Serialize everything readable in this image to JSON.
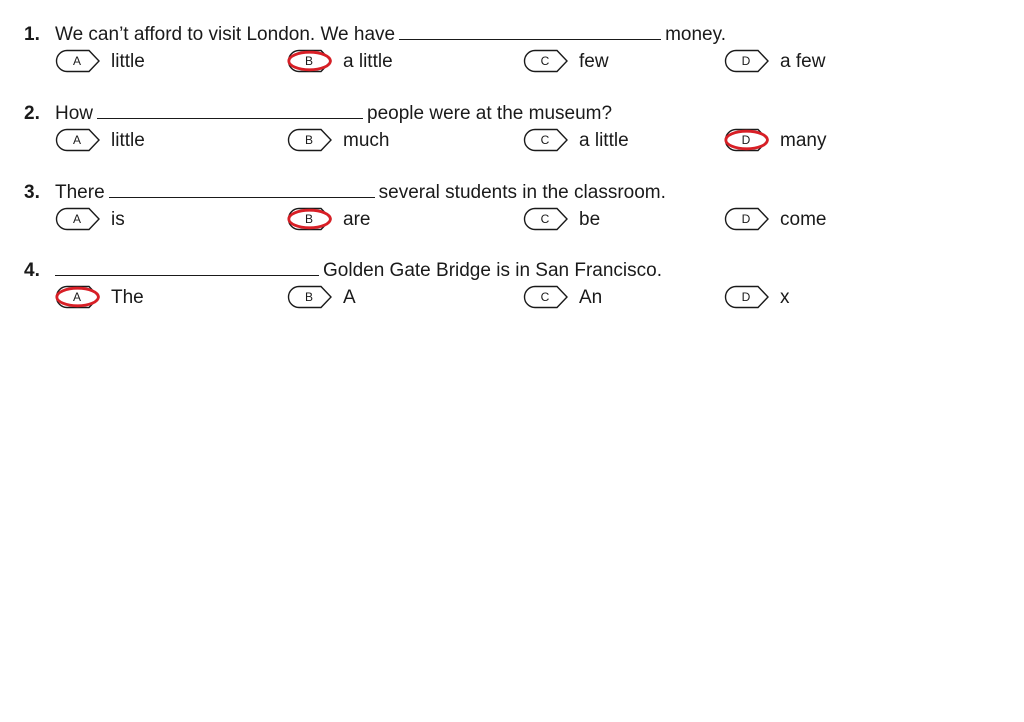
{
  "questions": [
    {
      "number": "1.",
      "text_before": "We can’t afford to visit London. We have",
      "text_after": "money.",
      "options": [
        {
          "letter": "A",
          "text": "little",
          "marked": false
        },
        {
          "letter": "B",
          "text": "a little",
          "marked": true
        },
        {
          "letter": "C",
          "text": "few",
          "marked": false
        },
        {
          "letter": "D",
          "text": "a few",
          "marked": false
        }
      ]
    },
    {
      "number": "2.",
      "text_before": "How",
      "text_after": "people were at the museum?",
      "options": [
        {
          "letter": "A",
          "text": "little",
          "marked": false
        },
        {
          "letter": "B",
          "text": "much",
          "marked": false
        },
        {
          "letter": "C",
          "text": "a little",
          "marked": false
        },
        {
          "letter": "D",
          "text": "many",
          "marked": true
        }
      ]
    },
    {
      "number": "3.",
      "text_before": "There",
      "text_after": "several students in the classroom.",
      "options": [
        {
          "letter": "A",
          "text": "is",
          "marked": false
        },
        {
          "letter": "B",
          "text": "are",
          "marked": true
        },
        {
          "letter": "C",
          "text": "be",
          "marked": false
        },
        {
          "letter": "D",
          "text": "come",
          "marked": false
        }
      ]
    },
    {
      "number": "4.",
      "text_before": "",
      "text_after": "Golden Gate Bridge is in San Francisco.",
      "options": [
        {
          "letter": "A",
          "text": "The",
          "marked": true
        },
        {
          "letter": "B",
          "text": "A",
          "marked": false
        },
        {
          "letter": "C",
          "text": "An",
          "marked": false
        },
        {
          "letter": "D",
          "text": "x",
          "marked": false
        }
      ]
    }
  ],
  "colors": {
    "ink": "#1a1a1a",
    "mark": "#d81f26",
    "background": "#ffffff"
  }
}
